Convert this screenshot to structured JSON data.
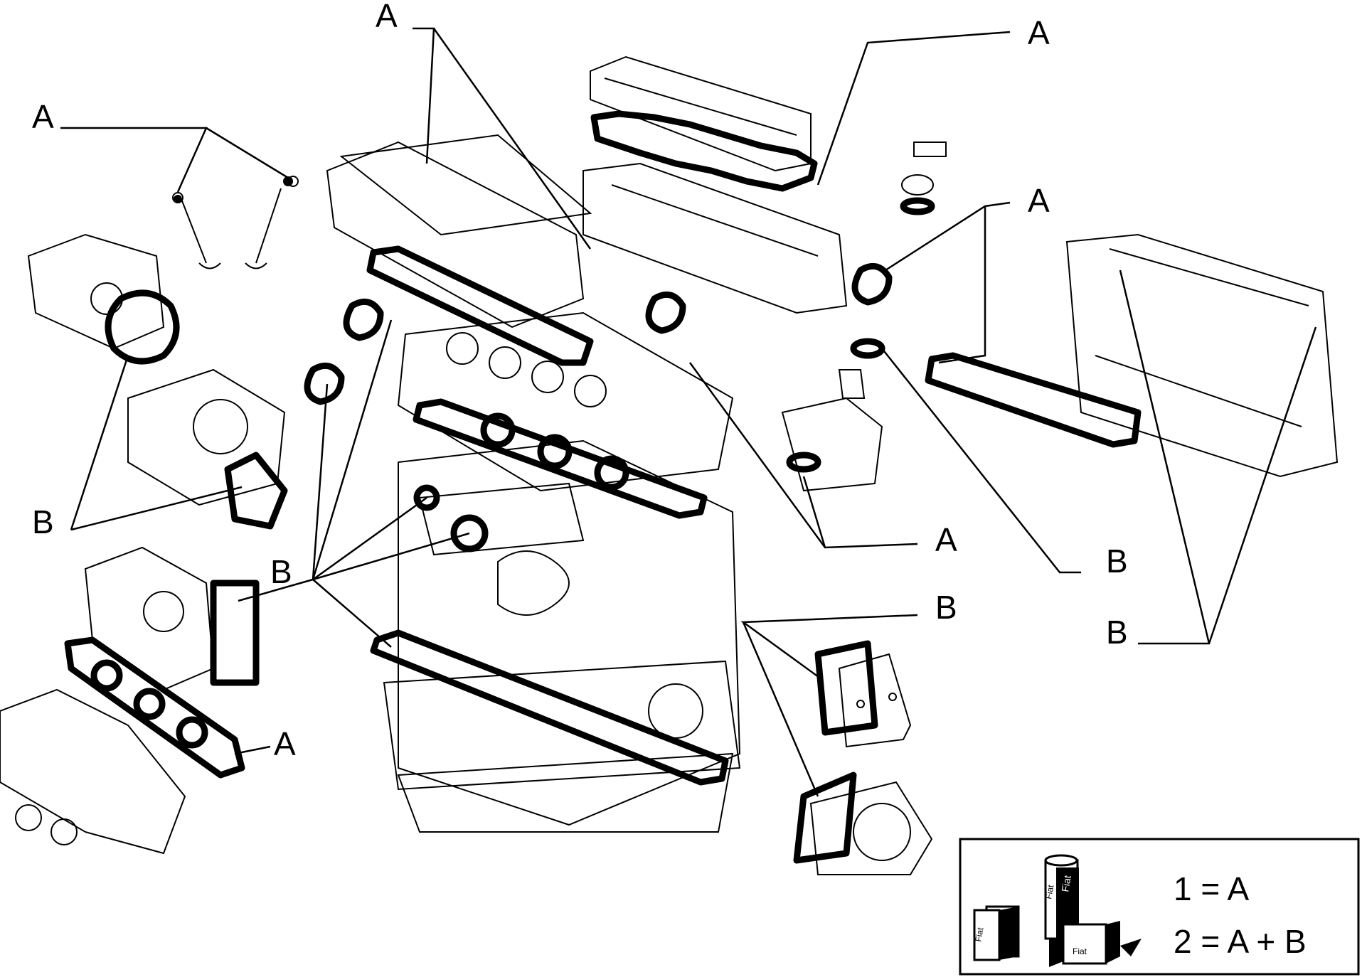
{
  "callouts": {
    "a_valve_seals": "A",
    "a_top_head_gasket": "A",
    "a_cover_gasket": "A",
    "a_cap_seal": "A",
    "a_lower_right": "A",
    "a_exhaust_manifold": "A",
    "b_water_pump": "B",
    "b_center_left": "B",
    "b_center_right": "B",
    "b_thermostat": "B",
    "b_intake_manifold": "B"
  },
  "legend": {
    "line1": "1 = A",
    "line2": "2 = A + B",
    "pkg_label_1": "Fiat",
    "pkg_label_2": "Fiat",
    "pkg_label_3": "Fiat",
    "pkg_label_4": "Fiat"
  }
}
